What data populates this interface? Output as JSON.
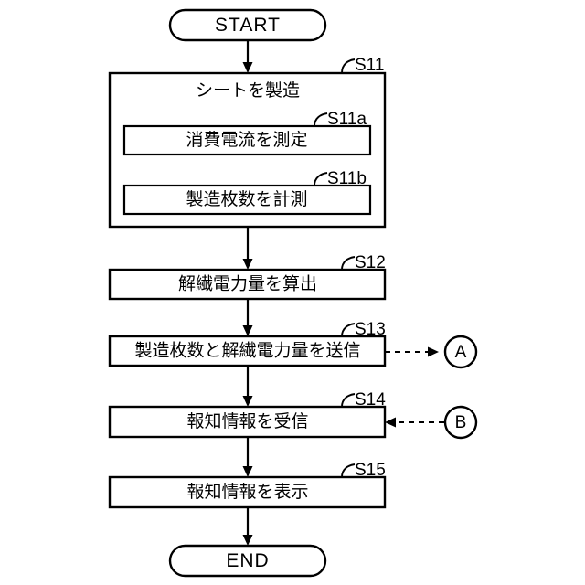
{
  "diagram": {
    "type": "flowchart",
    "language": "ja",
    "orientation": "vertical"
  },
  "terminals": {
    "start": {
      "label": "START"
    },
    "end": {
      "label": "END"
    }
  },
  "steps": [
    {
      "id": "S11",
      "tag": "S11",
      "label": "シートを製造",
      "substeps": [
        {
          "id": "S11a",
          "tag": "S11a",
          "label": "消費電流を測定"
        },
        {
          "id": "S11b",
          "tag": "S11b",
          "label": "製造枚数を計測"
        }
      ]
    },
    {
      "id": "S12",
      "tag": "S12",
      "label": "解繊電力量を算出"
    },
    {
      "id": "S13",
      "tag": "S13",
      "label": "製造枚数と解繊電力量を送信"
    },
    {
      "id": "S14",
      "tag": "S14",
      "label": "報知情報を受信"
    },
    {
      "id": "S15",
      "tag": "S15",
      "label": "報知情報を表示"
    }
  ],
  "connectors": [
    {
      "id": "A",
      "label": "A",
      "direction": "out",
      "from_step": "S13",
      "line": "dashed"
    },
    {
      "id": "B",
      "label": "B",
      "direction": "in",
      "to_step": "S14",
      "line": "dashed"
    }
  ],
  "colors": {
    "stroke": "#000000",
    "fill": "#ffffff",
    "background": "#ffffff"
  }
}
